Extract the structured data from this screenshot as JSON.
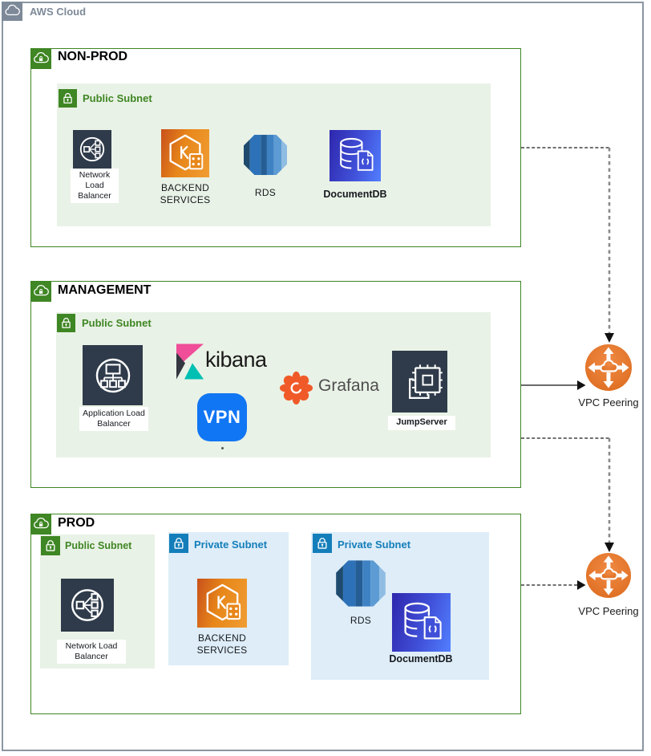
{
  "aws_cloud": {
    "label": "AWS Cloud"
  },
  "colors": {
    "frame-gray": "#8B96A1",
    "aws-gray": "#7D8998",
    "green": "#3F8624",
    "green-bg": "#E9F2E6",
    "blue": "#147EBA",
    "blue-bg": "#DEEDF8",
    "dark-icon": "#2F3B4A",
    "orange-1": "#C8511B",
    "orange-2": "#F09D33",
    "docdb-1": "#2E27AD",
    "docdb-2": "#527FFF",
    "vpn-blue": "#1176F3",
    "peering-orange": "#DC6B1E",
    "kibana-pink": "#F04E98",
    "kibana-dark": "#343741",
    "kibana-teal": "#00BFB3",
    "grafana-orange": "#F05A28",
    "label-dark": "#16191F"
  },
  "nonprod": {
    "title": "NON-PROD",
    "subnet_label": "Public Subnet",
    "nlb_label": "Network Load Balancer",
    "backend_label": "BACKEND SERVICES",
    "rds_label": "RDS",
    "docdb_label": "DocumentDB"
  },
  "management": {
    "title": "MANAGEMENT",
    "subnet_label": "Public Subnet",
    "alb_label": "Application Load Balancer",
    "kibana_label": "kibana",
    "vpn_label": "VPN",
    "grafana_label": "Grafana",
    "jumpserver_label": "JumpServer"
  },
  "prod": {
    "title": "PROD",
    "public_subnet_label": "Public Subnet",
    "private_subnet1_label": "Private Subnet",
    "private_subnet2_label": "Private Subnet",
    "nlb_label": "Network Load Balancer",
    "backend_label": "BACKEND SERVICES",
    "rds_label": "RDS",
    "docdb_label": "DocumentDB"
  },
  "peering": {
    "top_label": "VPC Peering",
    "bottom_label": "VPC Peering"
  },
  "icons": {
    "aws_cloud": "cloud",
    "vpc_group": "cloud-lock",
    "subnet": "padlock",
    "nlb": "load-balancer-circle",
    "alb": "load-balancer-tree",
    "backend": "kubernetes-hexagon",
    "rds": "database-drum",
    "documentdb": "database-document",
    "jumpserver": "server-chip",
    "vpn": "vpn-tile",
    "kibana": "kibana-mark",
    "grafana": "grafana-mark",
    "vpc_peering": "peering-circle"
  }
}
